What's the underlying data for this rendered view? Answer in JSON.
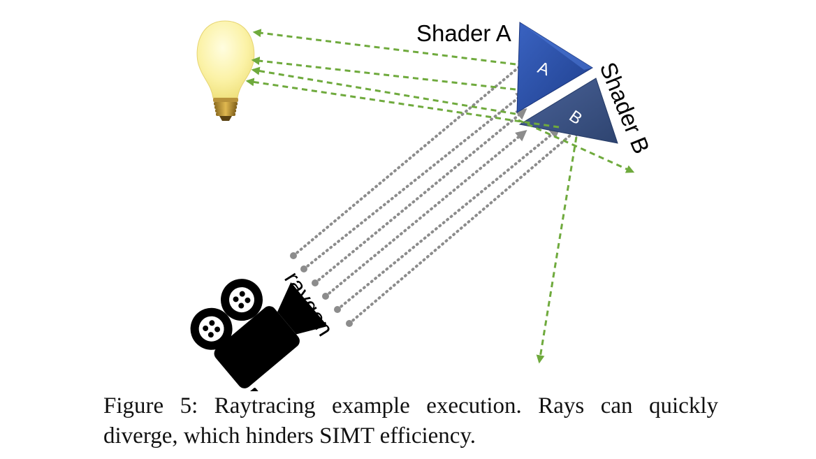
{
  "labels": {
    "shader_a": "Shader A",
    "shader_b": "Shader B",
    "face_a": "A",
    "face_b": "B",
    "raygen": "raygen"
  },
  "caption": {
    "text": "Figure 5: Raytracing example execution. Rays can quickly diverge, which hinders SIMT efficiency."
  },
  "colors": {
    "primary_ray": "#8c8c8c",
    "secondary_ray": "#6faa3d",
    "triangle_a": "#2b4fa3",
    "triangle_b": "#3c5482",
    "bulb": "#fbf2a6",
    "camera": "#000000"
  },
  "icons": {
    "light": "light-bulb-icon",
    "camera": "movie-camera-icon"
  }
}
